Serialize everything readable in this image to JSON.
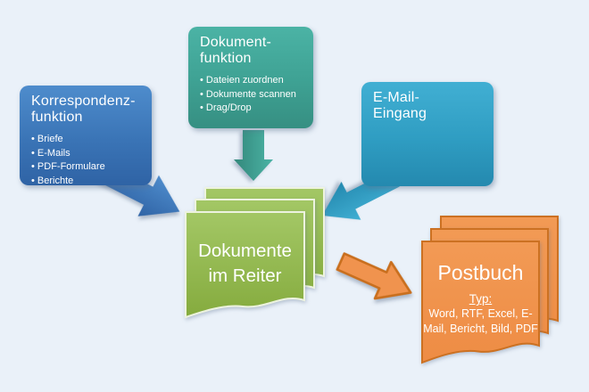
{
  "colors": {
    "background": "#EAF1F9",
    "korrespondenz_gradient_top": "#4E8CCC",
    "korrespondenz_gradient_bottom": "#2F63A5",
    "dokument_gradient_top": "#4BB3A5",
    "dokument_gradient_bottom": "#368F82",
    "email_gradient_top": "#41AFD3",
    "email_gradient_bottom": "#2489AF",
    "reiter_green_top": "#A3C765",
    "reiter_green_bottom": "#85AB3E",
    "reiter_border": "#EDF3DF",
    "postbuch_orange": "#F0934E",
    "postbuch_border": "#CC7122",
    "text": "#FFFFFF"
  },
  "boxes": {
    "korrespondenz": {
      "title_line1": "Korrespondenz-",
      "title_line2": "funktion",
      "items": [
        "Briefe",
        "E-Mails",
        "PDF-Formulare",
        "Berichte"
      ]
    },
    "dokument": {
      "title_line1": "Dokument-",
      "title_line2": "funktion",
      "items": [
        "Dateien zuordnen",
        "Dokumente scannen",
        "Drag/Drop"
      ]
    },
    "email": {
      "title_line1": "E-Mail-",
      "title_line2": "Eingang"
    }
  },
  "documents": {
    "reiter": {
      "line1": "Dokumente",
      "line2": "im Reiter"
    },
    "postbuch": {
      "title": "Postbuch",
      "subtitle": "Typ:",
      "types": "Word, RTF, Excel, E-Mail, Bericht, Bild, PDF"
    }
  }
}
